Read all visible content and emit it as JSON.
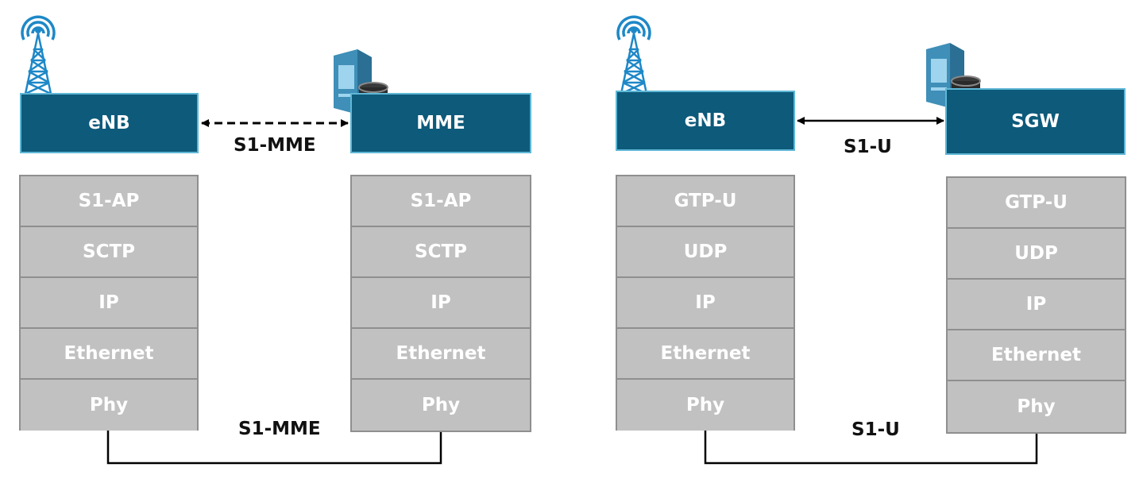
{
  "panels": [
    {
      "left_node": "eNB",
      "right_node": "MME",
      "top_interface": "S1-MME",
      "bottom_interface": "S1-MME",
      "left_stack": [
        "S1-AP",
        "SCTP",
        "IP",
        "Ethernet",
        "Phy"
      ],
      "right_stack": [
        "S1-AP",
        "SCTP",
        "IP",
        "Ethernet",
        "Phy"
      ],
      "link_style": "dashed"
    },
    {
      "left_node": "eNB",
      "right_node": "SGW",
      "top_interface": "S1-U",
      "bottom_interface": "S1-U",
      "left_stack": [
        "GTP-U",
        "UDP",
        "IP",
        "Ethernet",
        "Phy"
      ],
      "right_stack": [
        "GTP-U",
        "UDP",
        "IP",
        "Ethernet",
        "Phy"
      ],
      "link_style": "solid"
    }
  ],
  "icons": [
    "antenna-tower-icon",
    "server-database-icon"
  ],
  "colors": {
    "node_fill": "#0d5a7a",
    "node_border": "#5fb7d6",
    "layer_fill": "#c1c1c1",
    "layer_border": "#8f8f8f"
  }
}
